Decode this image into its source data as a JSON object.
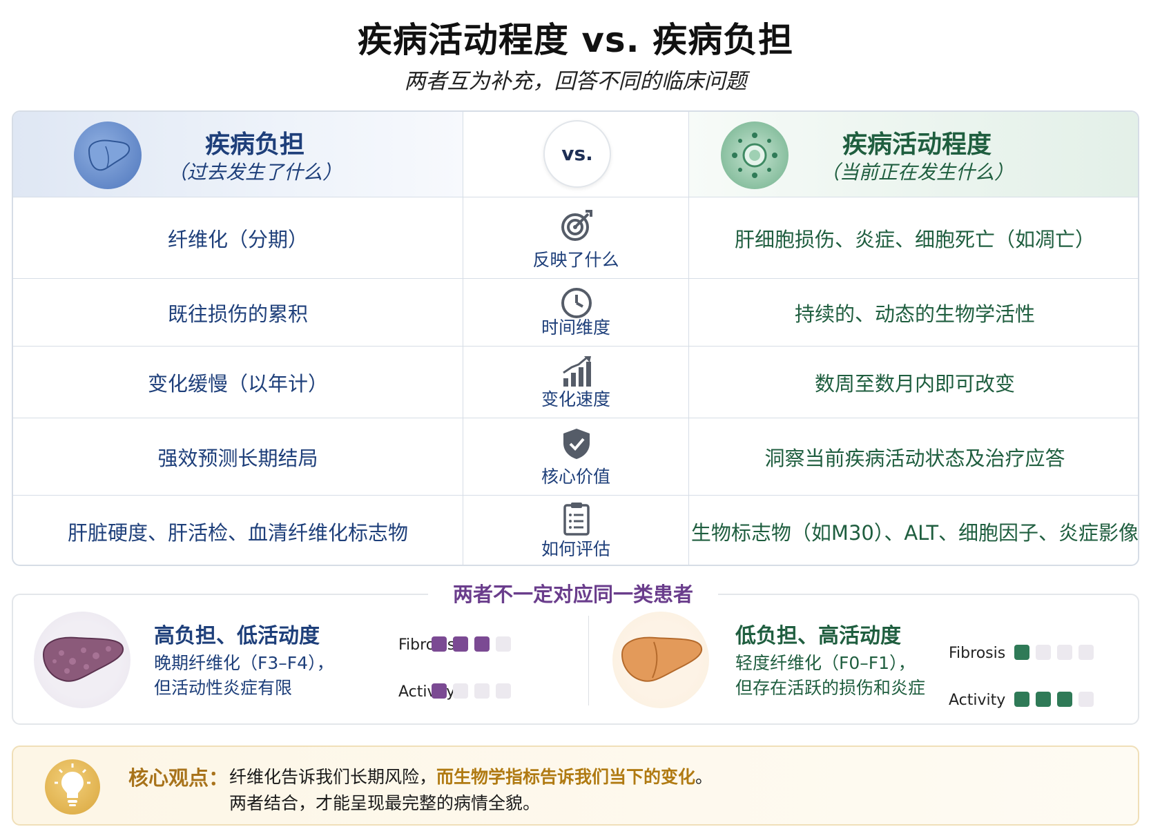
{
  "title": "疾病活动程度 vs. 疾病负担",
  "subtitle": "两者互为补充，回答不同的临床问题",
  "left_header": {
    "title": "疾病负担",
    "subtitle": "（过去发生了什么）"
  },
  "vs_label": "vs.",
  "right_header": {
    "title": "疾病活动程度",
    "subtitle": "（当前正在发生什么）"
  },
  "rows": [
    {
      "left": "纤维化（分期）",
      "middle": "反映了什么",
      "middle_icon": "target-icon",
      "right": "肝细胞损伤、炎症、细胞死亡（如凋亡）"
    },
    {
      "left": "既往损伤的累积",
      "middle": "时间维度",
      "middle_icon": "clock-icon",
      "right": "持续的、动态的生物学活性"
    },
    {
      "left": "变化缓慢（以年计）",
      "middle": "变化速度",
      "middle_icon": "bar-chart-icon",
      "right": "数周至数月内即可改变"
    },
    {
      "left": "强效预测长期结局",
      "middle": "核心价值",
      "middle_icon": "shield-check-icon",
      "right": "洞察当前疾病活动状态及治疗应答"
    },
    {
      "left": "肝脏硬度、肝活检、血清纤维化标志物",
      "middle": "如何评估",
      "middle_icon": "clipboard-icon",
      "right": "生物标志物（如M30）、ALT、细胞因子、炎症影像"
    }
  ],
  "patients": {
    "section_title": "两者不一定对应同一类患者",
    "case_a": {
      "title": "高负担、低活动度",
      "desc_line1": "晚期纤维化（F3–F4），",
      "desc_line2": "但活动性炎症有限",
      "fibrosis_label": "Fibrosis",
      "activity_label": "Activity",
      "fibrosis_level": 3,
      "activity_level": 1,
      "color": "#7b4a93"
    },
    "case_b": {
      "title": "低负担、高活动度",
      "desc_line1": "轻度纤维化（F0–F1），",
      "desc_line2": "但存在活跃的损伤和炎症",
      "fibrosis_label": "Fibrosis",
      "activity_label": "Activity",
      "fibrosis_level": 1,
      "activity_level": 3,
      "color": "#2f7a57"
    },
    "scale_max": 4
  },
  "key_point": {
    "label": "核心观点：",
    "line1_plain": "纤维化告诉我们长期风险，",
    "line1_highlight": "而生物学指标告诉我们当下的变化",
    "line1_end": "。",
    "line2": "两者结合，才能呈现最完整的病情全貌。"
  }
}
